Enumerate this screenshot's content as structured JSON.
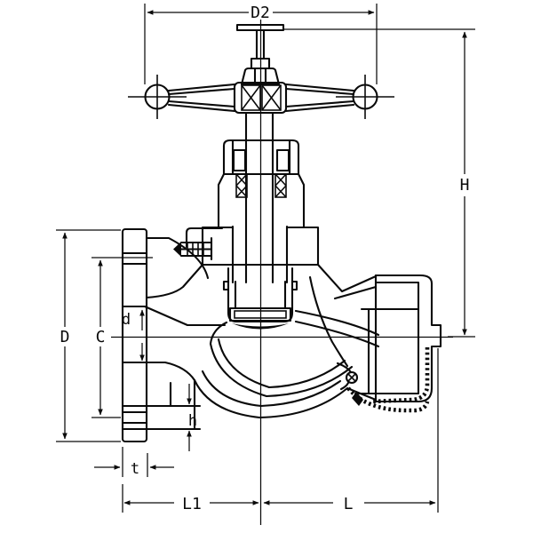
{
  "drawing": {
    "background_color": "#ffffff",
    "stroke_color": "#0a0a0a",
    "dimension_labels": {
      "d2": "D2",
      "h_total": "H",
      "flange_od": "D",
      "bolt_circle": "C",
      "bore": "d",
      "hub_step": "h",
      "flange_thickness": "t",
      "l1": "L1",
      "l": "L"
    }
  }
}
